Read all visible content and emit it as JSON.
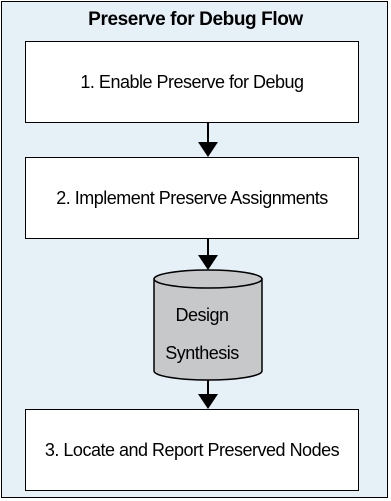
{
  "diagram": {
    "title": "Preserve for Debug Flow",
    "steps": [
      {
        "label": "1. Enable Preserve for Debug"
      },
      {
        "label": "2. Implement Preserve Assignments"
      },
      {
        "label": "3. Locate and Report Preserved Nodes"
      }
    ],
    "database": {
      "line1": "Design",
      "line2": "Synthesis"
    },
    "colors": {
      "panel_bg": "#e6f0f7",
      "box_bg": "#ffffff",
      "cylinder_fill": "#c7c8ca",
      "stroke": "#000000"
    }
  }
}
